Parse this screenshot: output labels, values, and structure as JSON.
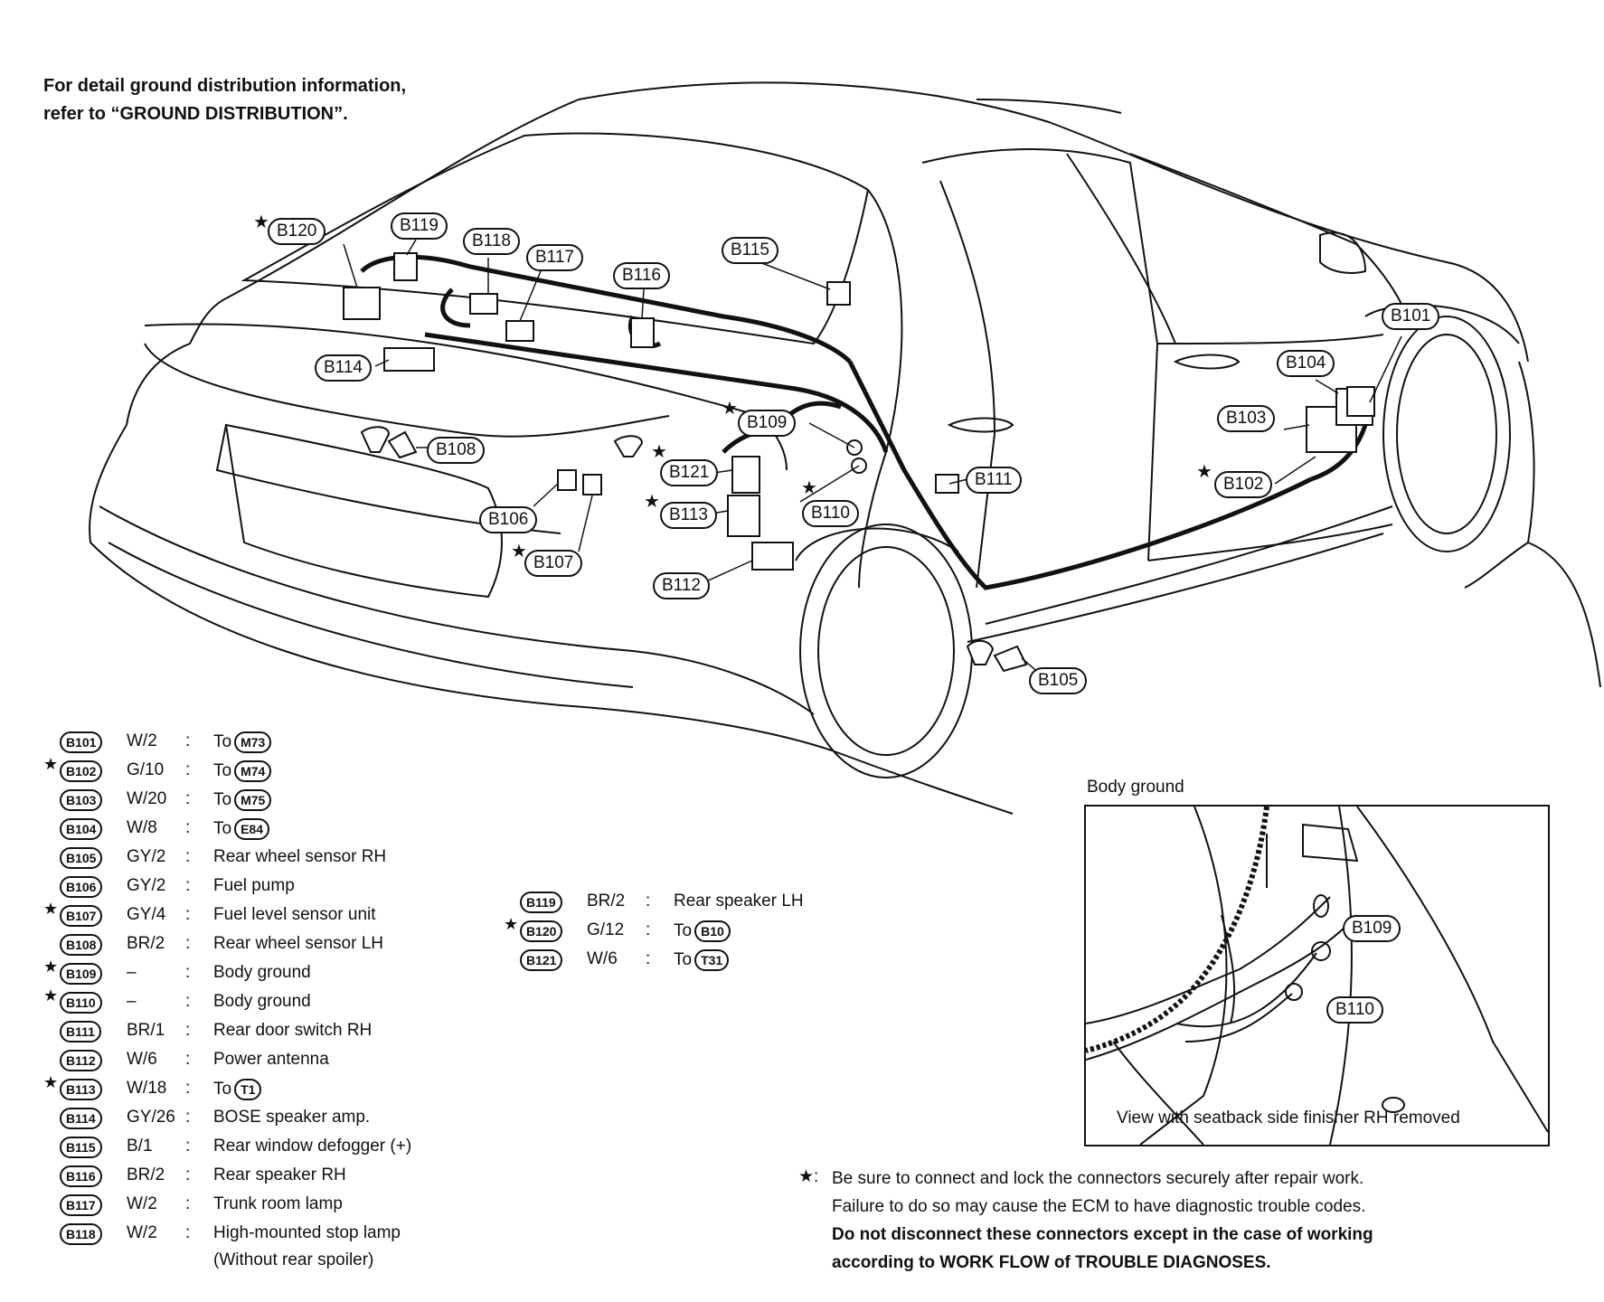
{
  "header": {
    "line1": "For detail ground distribution information,",
    "line2": "refer to “GROUND DISTRIBUTION”."
  },
  "callouts": [
    {
      "id": "B120",
      "star": true
    },
    {
      "id": "B119",
      "star": false
    },
    {
      "id": "B118",
      "star": false
    },
    {
      "id": "B117",
      "star": false
    },
    {
      "id": "B116",
      "star": false
    },
    {
      "id": "B115",
      "star": false
    },
    {
      "id": "B114",
      "star": false
    },
    {
      "id": "B101",
      "star": false
    },
    {
      "id": "B104",
      "star": false
    },
    {
      "id": "B103",
      "star": false
    },
    {
      "id": "B102",
      "star": true
    },
    {
      "id": "B109",
      "star": true
    },
    {
      "id": "B121",
      "star": true
    },
    {
      "id": "B113",
      "star": true
    },
    {
      "id": "B110",
      "star": true
    },
    {
      "id": "B111",
      "star": false
    },
    {
      "id": "B108",
      "star": false
    },
    {
      "id": "B106",
      "star": false
    },
    {
      "id": "B107",
      "star": true
    },
    {
      "id": "B112",
      "star": false
    },
    {
      "id": "B105",
      "star": false
    }
  ],
  "legend_left": [
    {
      "code": "B101",
      "star": false,
      "wire": "W/2",
      "desc": "To",
      "to": "M73"
    },
    {
      "code": "B102",
      "star": true,
      "wire": "G/10",
      "desc": "To",
      "to": "M74"
    },
    {
      "code": "B103",
      "star": false,
      "wire": "W/20",
      "desc": "To",
      "to": "M75"
    },
    {
      "code": "B104",
      "star": false,
      "wire": "W/8",
      "desc": "To",
      "to": "E84"
    },
    {
      "code": "B105",
      "star": false,
      "wire": "GY/2",
      "desc": "Rear wheel sensor RH",
      "to": ""
    },
    {
      "code": "B106",
      "star": false,
      "wire": "GY/2",
      "desc": "Fuel pump",
      "to": ""
    },
    {
      "code": "B107",
      "star": true,
      "wire": "GY/4",
      "desc": "Fuel level sensor unit",
      "to": ""
    },
    {
      "code": "B108",
      "star": false,
      "wire": "BR/2",
      "desc": "Rear wheel sensor LH",
      "to": ""
    },
    {
      "code": "B109",
      "star": true,
      "wire": "–",
      "desc": "Body ground",
      "to": ""
    },
    {
      "code": "B110",
      "star": true,
      "wire": "–",
      "desc": "Body ground",
      "to": ""
    },
    {
      "code": "B111",
      "star": false,
      "wire": "BR/1",
      "desc": "Rear door switch RH",
      "to": ""
    },
    {
      "code": "B112",
      "star": false,
      "wire": "W/6",
      "desc": "Power antenna",
      "to": ""
    },
    {
      "code": "B113",
      "star": true,
      "wire": "W/18",
      "desc": "To",
      "to": "T1"
    },
    {
      "code": "B114",
      "star": false,
      "wire": "GY/26",
      "desc": "BOSE speaker amp.",
      "to": ""
    },
    {
      "code": "B115",
      "star": false,
      "wire": "B/1",
      "desc": "Rear window defogger (+)",
      "to": ""
    },
    {
      "code": "B116",
      "star": false,
      "wire": "BR/2",
      "desc": "Rear speaker RH",
      "to": ""
    },
    {
      "code": "B117",
      "star": false,
      "wire": "W/2",
      "desc": "Trunk room lamp",
      "to": ""
    },
    {
      "code": "B118",
      "star": false,
      "wire": "W/2",
      "desc": "High-mounted stop lamp",
      "to": ""
    }
  ],
  "legend_left_extra": "(Without rear spoiler)",
  "legend_right": [
    {
      "code": "B119",
      "star": false,
      "wire": "BR/2",
      "desc": "Rear speaker LH",
      "to": ""
    },
    {
      "code": "B120",
      "star": true,
      "wire": "G/12",
      "desc": "To",
      "to": "B10"
    },
    {
      "code": "B121",
      "star": false,
      "wire": "W/6",
      "desc": "To",
      "to": "T31"
    }
  ],
  "inset": {
    "title": "Body ground",
    "caption": "View with seatback side finisher RH removed",
    "labels": [
      "B109",
      "B110"
    ]
  },
  "note": {
    "star": "★:",
    "line1": "Be sure to connect and lock the connectors securely after repair work.",
    "line2": "Failure to do so may cause the ECM to have diagnostic trouble codes.",
    "line3": "Do not disconnect these connectors except in the case of working",
    "line4": "according to WORK FLOW of TROUBLE DIAGNOSES."
  }
}
